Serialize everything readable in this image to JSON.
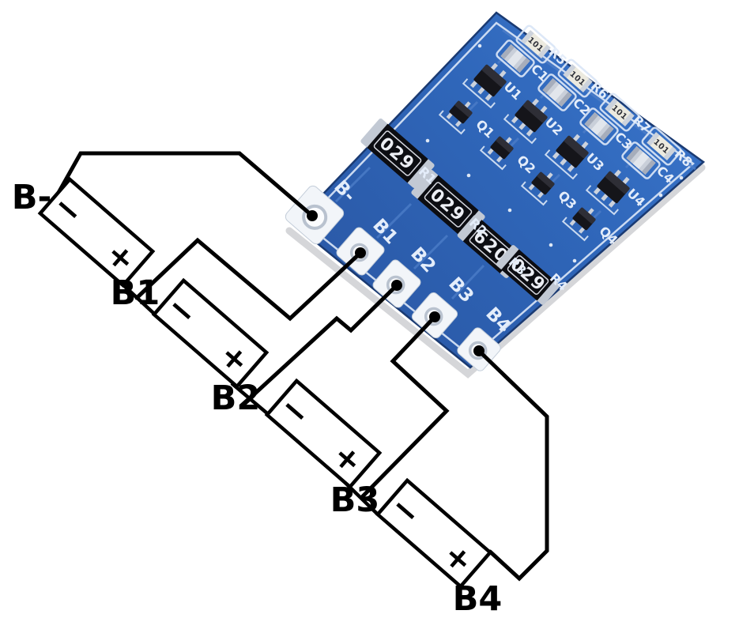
{
  "schematic": {
    "junction_labels": [
      "B-",
      "B1",
      "B2",
      "B3",
      "B4"
    ],
    "polarity": {
      "minus": "−",
      "plus": "+"
    }
  },
  "board": {
    "pad_labels": [
      "B-",
      "B1",
      "B2",
      "B3",
      "B4"
    ],
    "large_resistors": {
      "labels": [
        "R1",
        "R2",
        "R3",
        "R4"
      ],
      "markings": [
        "029",
        "029",
        "620",
        "029"
      ]
    },
    "small_resistors": {
      "labels": [
        "R5",
        "R6",
        "R7",
        "R8"
      ],
      "marking": "101"
    },
    "capacitors": [
      "C1",
      "C2",
      "C3",
      "C4"
    ],
    "ics": [
      "U1",
      "U2",
      "U3",
      "U4"
    ],
    "transistors": [
      "Q1",
      "Q2",
      "Q3",
      "Q4"
    ],
    "colors": {
      "pcb_blue": "#2e63b5",
      "pcb_blue_dark": "#1a3a72",
      "silkscreen": "#e4edfa",
      "wire": "#000000"
    }
  }
}
